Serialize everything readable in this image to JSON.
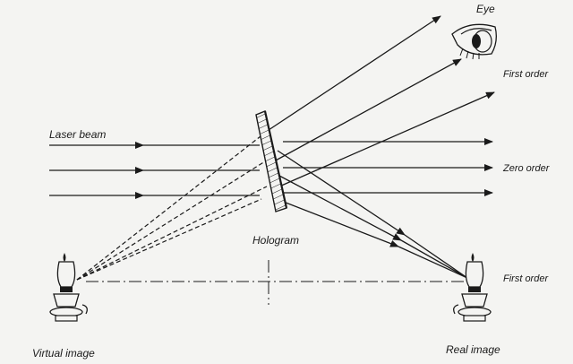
{
  "labels": {
    "eye": "Eye",
    "first_order_top": "First order",
    "laser_beam": "Laser beam",
    "zero_order": "Zero order",
    "hologram": "Hologram",
    "first_order_bottom": "First order",
    "virtual_image": "Virtual image",
    "real_image": "Real image"
  },
  "icons": {
    "eye": "eye-icon",
    "virtual_lamp": "oil-lamp-icon",
    "real_lamp": "oil-lamp-icon"
  },
  "colors": {
    "ink": "#1a1a1a",
    "paper": "#f4f4f2"
  }
}
